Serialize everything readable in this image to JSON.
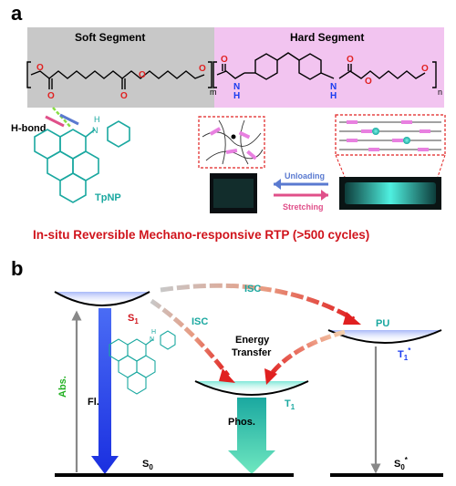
{
  "panel_a": {
    "label": "a",
    "soft_segment": "Soft Segment",
    "hard_segment": "Hard Segment",
    "sub_m": "m",
    "sub_n": "n",
    "hbond_label": "H-bond",
    "nh_label": "H",
    "n_label": "N",
    "molecule_name": "TpNP",
    "unloading_label": "Unloading",
    "stretching_label": "Stretching",
    "headline": "In-situ Reversible Mechano-responsive RTP (>500 cycles)"
  },
  "panel_b": {
    "label": "b",
    "isc_top": "ISC",
    "isc_left": "ISC",
    "energy_transfer_line1": "Energy",
    "energy_transfer_line2": "Transfer",
    "s1": "S",
    "s1_sub": "1",
    "abs": "Abs.",
    "fl": "Fl.",
    "pu": "PU",
    "t1_star": "T",
    "t1_star_sub": "1",
    "t1_star_sup": "*",
    "t1": "T",
    "t1_sub": "1",
    "phos": "Phos.",
    "s0": "S",
    "s0_sub": "0",
    "s0_star": "S",
    "s0_star_sub": "0",
    "s0_star_sup": "*",
    "molecule_h": "H",
    "molecule_n": "N"
  },
  "colors": {
    "soft_bg": "#c8c8c8",
    "hard_bg": "#f2c4f0",
    "teal": "#1aa8a0",
    "red": "#d0141c",
    "blue": "#1a3cf0",
    "green": "#22b022",
    "dark": "#111111",
    "arrow_blue": "#5a7ad0",
    "arrow_pink": "#e0508a"
  }
}
